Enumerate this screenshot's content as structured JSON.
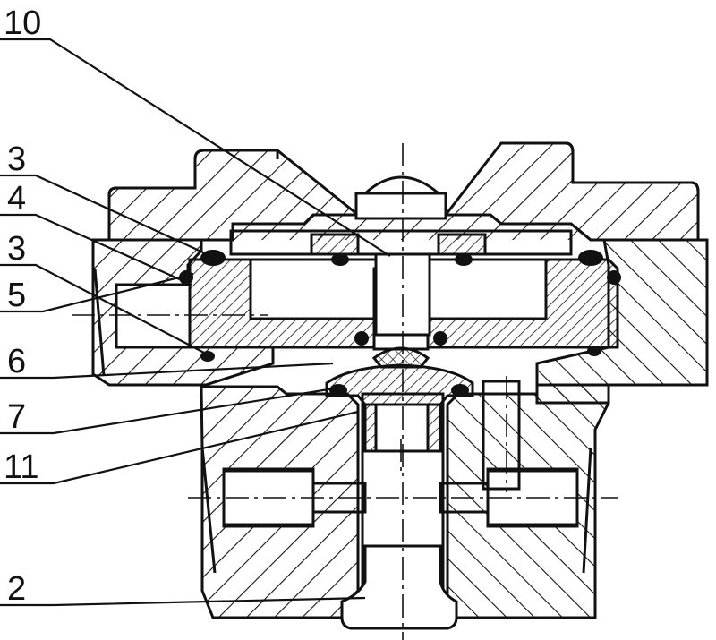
{
  "diagram": {
    "callouts": [
      {
        "id": "c10",
        "label": "10"
      },
      {
        "id": "c3a",
        "label": "3"
      },
      {
        "id": "c4",
        "label": "4"
      },
      {
        "id": "c3b",
        "label": "3"
      },
      {
        "id": "c5",
        "label": "5"
      },
      {
        "id": "c6",
        "label": "6"
      },
      {
        "id": "c7",
        "label": "7"
      },
      {
        "id": "c11",
        "label": "11"
      },
      {
        "id": "c2",
        "label": "2"
      }
    ]
  },
  "colors": {
    "line": "#111111",
    "background": "#ffffff"
  }
}
